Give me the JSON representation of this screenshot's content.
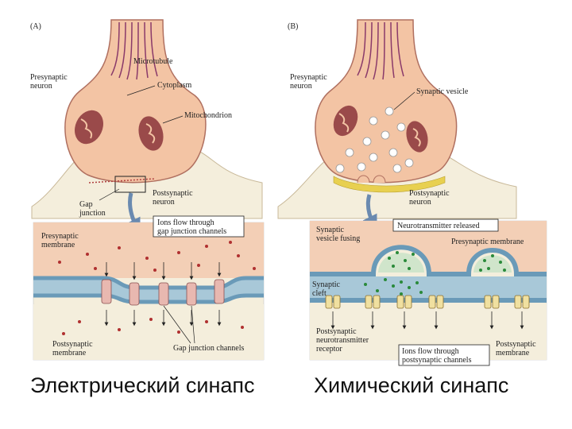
{
  "panel_a": {
    "panel_label": "(A)",
    "label_presynaptic_neuron_1": "Presynaptic",
    "label_presynaptic_neuron_2": "neuron",
    "label_microtubule": "Microtubule",
    "label_cytoplasm": "Cytoplasm",
    "label_mitochondrion": "Mitochondrion",
    "label_postsynaptic_neuron_1": "Postsynaptic",
    "label_postsynaptic_neuron_2": "neuron",
    "label_gap_junction_1": "Gap",
    "label_gap_junction_2": "junction",
    "callout_ions_1": "Ions flow through",
    "callout_ions_2": "gap junction channels",
    "label_presynaptic_membrane_1": "Presynaptic",
    "label_presynaptic_membrane_2": "membrane",
    "label_postsynaptic_membrane_1": "Postsynaptic",
    "label_postsynaptic_membrane_2": "membrane",
    "label_gap_junction_channels": "Gap junction channels",
    "caption": "Электрический синапс"
  },
  "panel_b": {
    "panel_label": "(B)",
    "label_presynaptic_neuron_1": "Presynaptic",
    "label_presynaptic_neuron_2": "neuron",
    "label_synaptic_vesicle": "Synaptic vesicle",
    "label_postsynaptic_neuron_1": "Postsynaptic",
    "label_postsynaptic_neuron_2": "neuron",
    "label_vesicle_fusing_1": "Synaptic",
    "label_vesicle_fusing_2": "vesicle fusing",
    "callout_nt_released": "Neurotransmitter released",
    "label_presynaptic_membrane": "Presynaptic membrane",
    "label_synaptic_cleft_1": "Synaptic",
    "label_synaptic_cleft_2": "cleft",
    "label_receptor_1": "Postsynaptic",
    "label_receptor_2": "neurotransmitter",
    "label_receptor_3": "receptor",
    "callout_ions_1": "Ions flow through",
    "callout_ions_2": "postsynaptic channels",
    "label_postsynaptic_membrane_1": "Postsynaptic",
    "label_postsynaptic_membrane_2": "membrane",
    "caption": "Химический синапс"
  },
  "colors": {
    "neuron_fill": "#f3c4a4",
    "neuron_stroke": "#b07060",
    "microtubule": "#8a3a6a",
    "mitochondrion": "#9a4a4a",
    "cell_tissue": "#f4eedc",
    "membrane_blue": "#6a9ab8",
    "cleft_blue": "#a8c8d8",
    "ion_dot": "#b03030",
    "nt_dot": "#2a8a3a",
    "vesicle_cleft_yellow": "#e8d050",
    "arrow_blue": "#6a8ab0"
  }
}
